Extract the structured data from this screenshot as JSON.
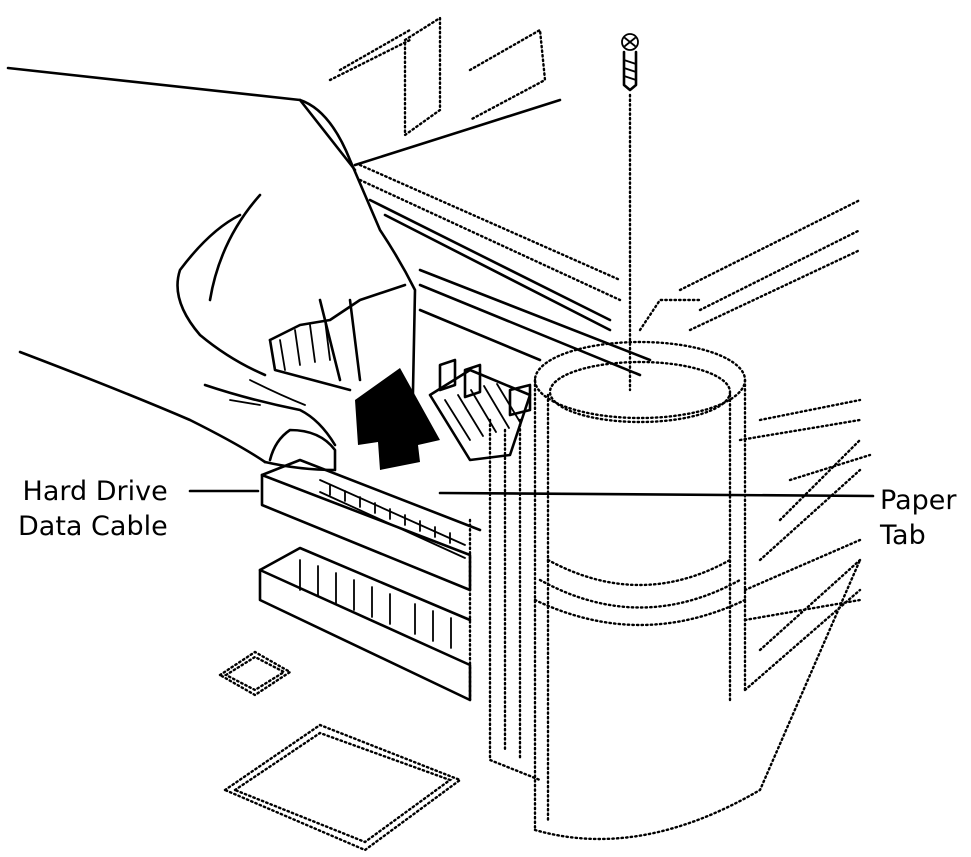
{
  "labels": {
    "hard_drive_data_cable": [
      "Hard Drive",
      "Data Cable"
    ],
    "paper_tab": [
      "Paper",
      "Tab"
    ]
  },
  "icons": {
    "arrow": "up-arrow-icon",
    "screw": "screw-icon",
    "hand_top": "hand-icon",
    "hand_bottom": "hand-icon"
  },
  "colors": {
    "ink": "#000000",
    "paper": "#ffffff"
  }
}
